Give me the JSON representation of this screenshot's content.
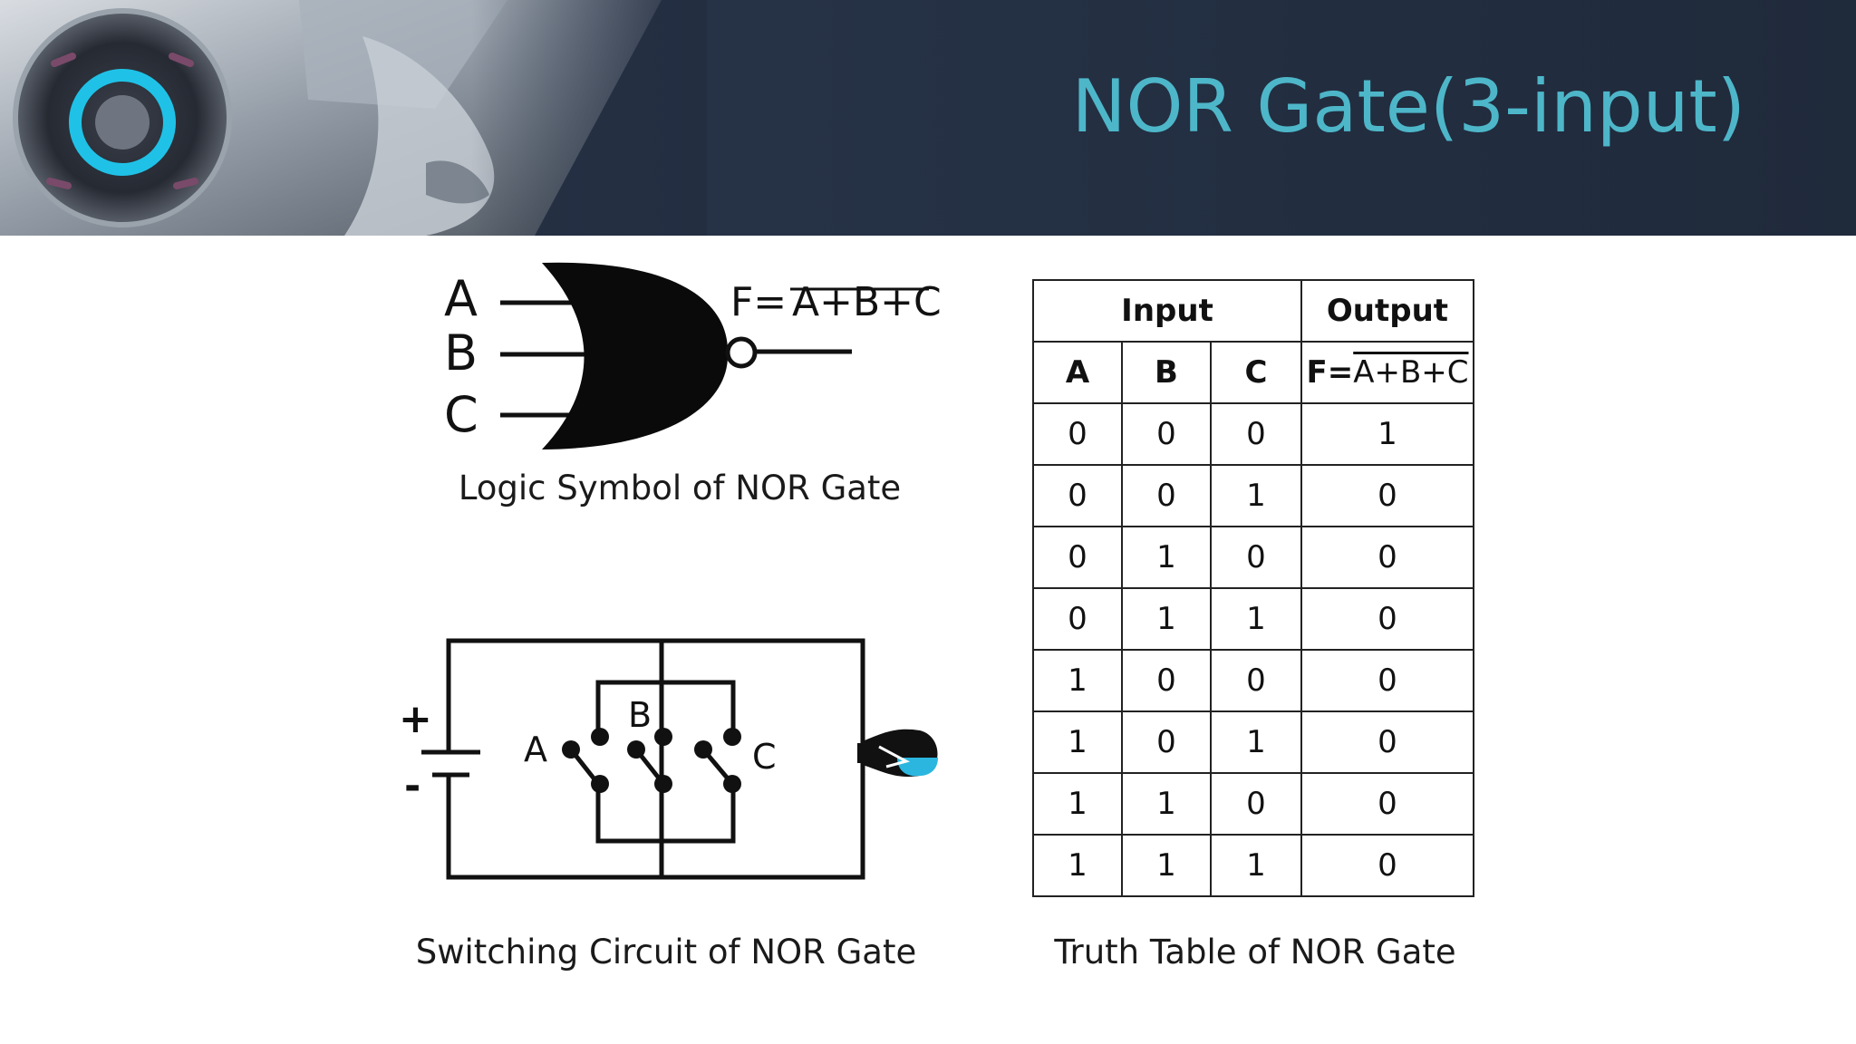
{
  "slide": {
    "title": "NOR Gate(3-input)"
  },
  "logic_symbol": {
    "inputs": [
      "A",
      "B",
      "C"
    ],
    "output_prefix": "F=",
    "output_expression": "A+B+C",
    "caption": "Logic Symbol of NOR Gate"
  },
  "switching_circuit": {
    "battery_plus": "+",
    "battery_minus": "-",
    "switch_labels": [
      "A",
      "B",
      "C"
    ],
    "caption": "Switching Circuit of NOR Gate"
  },
  "truth_table": {
    "group_headers": [
      "Input",
      "Output"
    ],
    "columns": [
      "A",
      "B",
      "C"
    ],
    "output_prefix": "F=",
    "output_expression": "A+B+C",
    "rows": [
      [
        "0",
        "0",
        "0",
        "1"
      ],
      [
        "0",
        "0",
        "1",
        "0"
      ],
      [
        "0",
        "1",
        "0",
        "0"
      ],
      [
        "0",
        "1",
        "1",
        "0"
      ],
      [
        "1",
        "0",
        "0",
        "0"
      ],
      [
        "1",
        "0",
        "1",
        "0"
      ],
      [
        "1",
        "1",
        "0",
        "0"
      ],
      [
        "1",
        "1",
        "1",
        "0"
      ]
    ],
    "caption": "Truth Table of NOR Gate"
  },
  "colors": {
    "banner": "#232e41",
    "title": "#4eb6c9",
    "accent_ring": "#1fc2e6",
    "ink": "#111111"
  }
}
